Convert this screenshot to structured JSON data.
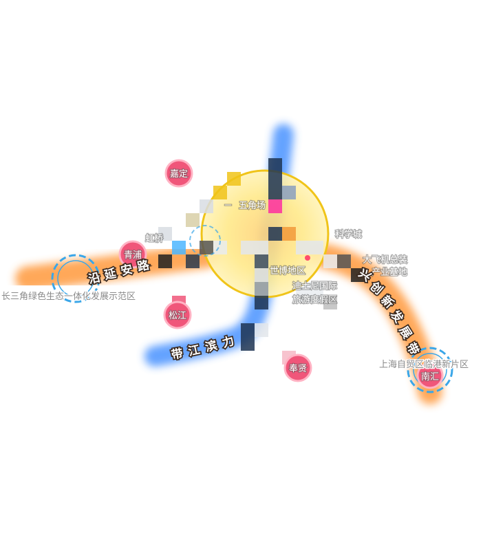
{
  "map": {
    "colors": {
      "orange_band": "#ff9a3c",
      "blue_band": "#3d8bff",
      "core_yellow": "#ffe98a",
      "core_outline": "#f0c419",
      "district_pin": "#f0567a",
      "ring_blue": "#3aa6e8"
    },
    "districts": {
      "jiading": "嘉定",
      "qingpu": "青浦",
      "songjiang": "松江",
      "fengxian": "奉贤",
      "nanhui": "南汇"
    },
    "core_labels": {
      "wujiaochang": "五角场",
      "hongqiao": "虹桥",
      "expo": "世博地区",
      "science_city": "科学城",
      "aircraft_line1": "大飞机总装",
      "aircraft_line2": "产业基地",
      "disney_line1": "迪士尼国际",
      "disney_line2": "旅游度假区",
      "dash": "－"
    },
    "bands": {
      "west_band": [
        "沿",
        "延",
        "安",
        "路"
      ],
      "east_band": [
        "兴",
        "创",
        "新",
        "发",
        "展",
        "带"
      ],
      "south_band": [
        "带",
        "江",
        "滨",
        "力"
      ]
    },
    "gray_labels": {
      "yangtze_delta": "长三角绿色生态一体化发展示范区",
      "lingang": "上海自贸区临港新片区"
    }
  }
}
